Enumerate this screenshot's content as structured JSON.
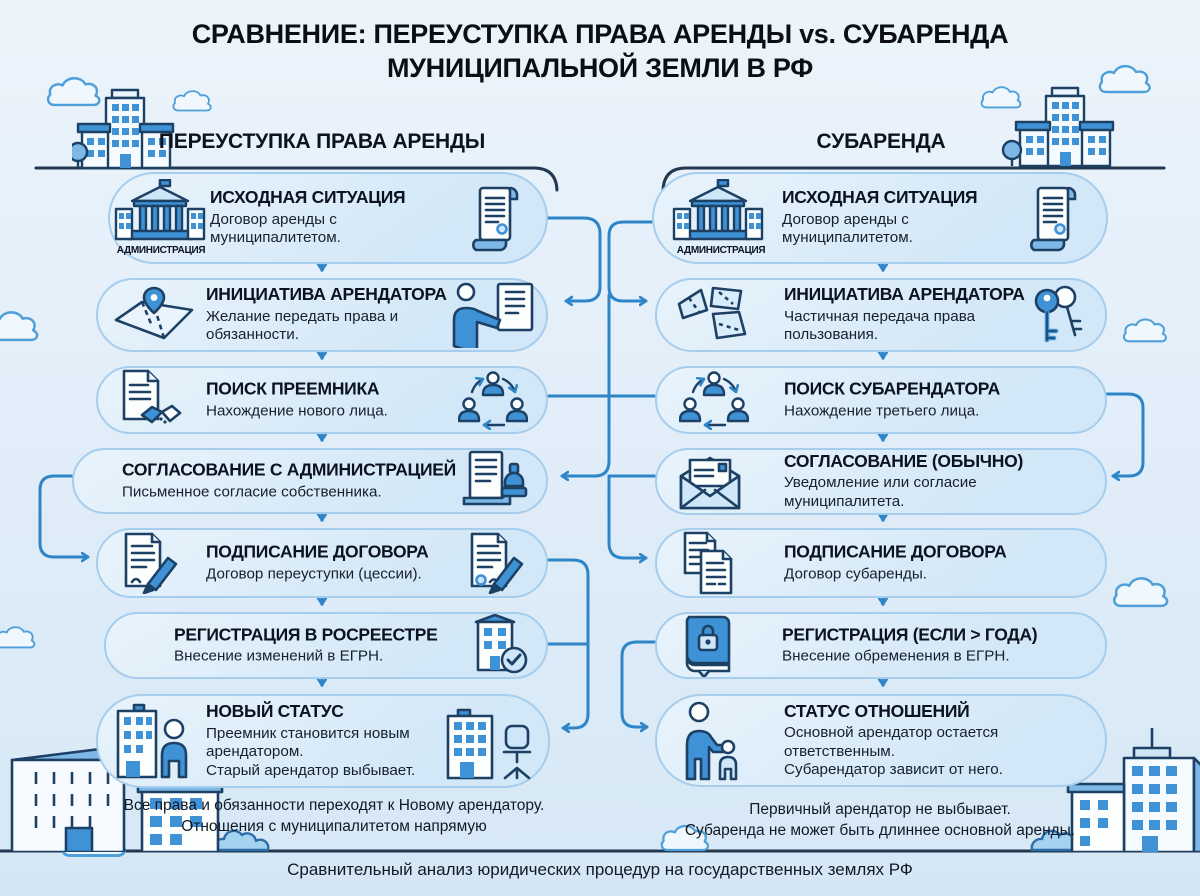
{
  "title": "СРАВНЕНИЕ: ПЕРЕУСТУПКА ПРАВА АРЕНДЫ vs. СУБАРЕНДА\nМУНИЦИПАЛЬНОЙ ЗЕМЛИ В РФ",
  "caption": "Сравнительный анализ юридических процедур на государственных землях РФ",
  "colors": {
    "background": "#e2eef9",
    "pill_fill": "#d9ebf9",
    "pill_border": "#a6cdec",
    "connector_blue": "#2e86c8",
    "dark_line": "#22384f",
    "icon_ink": "#1d4065",
    "icon_blue": "#3f92d6",
    "text_dark": "#0c1320"
  },
  "columns": [
    {
      "header": "ПЕРЕУСТУПКА ПРАВА АРЕНДЫ",
      "footer": "Все права и обязанности переходят к Новому арендатору.\nОтношения с муниципалитетом напрямую",
      "steps": [
        {
          "title": "ИСХОДНАЯ СИТУАЦИЯ",
          "desc": "Договор аренды с муниципалитетом.",
          "left_icon": "administration-building",
          "left_icon_label": "АДМИНИСТРАЦИЯ",
          "right_icon": "scroll-document"
        },
        {
          "title": "ИНИЦИАТИВА АРЕНДАТОРА",
          "desc": "Желание передать права и обязанности.",
          "left_icon": "map-with-pin",
          "right_icon": "person-presenting-document"
        },
        {
          "title": "ПОИСК ПРЕЕМНИКА",
          "desc": "Нахождение нового лица.",
          "left_icon": "document-handshake",
          "right_icon": "people-network"
        },
        {
          "title": "СОГЛАСОВАНИЕ С АДМИНИСТРАЦИЕЙ",
          "desc": "Письменное согласие собственника.",
          "right_icon": "document-stamp"
        },
        {
          "title": "ПОДПИСАНИЕ ДОГОВОРА",
          "desc": "Договор переуступки (цессии).",
          "left_icon": "document-pen",
          "right_icon": "document-pen-seal"
        },
        {
          "title": "РЕГИСТРАЦИЯ В РОСРЕЕСТРЕ",
          "desc": "Внесение изменений в ЕГРН.",
          "right_icon": "building-check"
        },
        {
          "title": "НОВЫЙ СТАТУС",
          "desc": "Преемник становится новым арендатором.",
          "desc2": "Старый арендатор выбывает.",
          "left_icon": "building-person",
          "right_icon": "building-chair"
        }
      ]
    },
    {
      "header": "СУБАРЕНДА",
      "footer": "Первичный арендатор не выбывает.\nСубаренда не может быть длиннее основной аренды.",
      "steps": [
        {
          "title": "ИСХОДНАЯ СИТУАЦИЯ",
          "desc": "Договор аренды с муниципалитетом.",
          "left_icon": "administration-building",
          "left_icon_label": "АДМИНИСТРАЦИЯ",
          "right_icon": "scroll-document"
        },
        {
          "title": "ИНИЦИАТИВА АРЕНДАТОРА",
          "desc": "Частичная передача права пользования.",
          "left_icon": "land-plots",
          "right_icon": "keys"
        },
        {
          "title": "ПОИСК СУБАРЕНДАТОРА",
          "desc": "Нахождение третьего лица.",
          "left_icon": "people-network"
        },
        {
          "title": "СОГЛАСОВАНИЕ (ОБЫЧНО)",
          "desc": "Уведомление или согласие муниципалитета.",
          "left_icon": "envelope-letter"
        },
        {
          "title": "ПОДПИСАНИЕ ДОГОВОРА",
          "desc": "Договор субаренды.",
          "left_icon": "two-documents"
        },
        {
          "title": "РЕГИСТРАЦИЯ (ЕСЛИ > ГОДА)",
          "desc": "Внесение обременения в ЕГРН.",
          "left_icon": "book-with-lock"
        },
        {
          "title": "СТАТУС ОТНОШЕНИЙ",
          "desc": "Основной арендатор остается ответственным.",
          "desc2": "Субарендатор зависит от него.",
          "left_icon": "adult-and-child"
        }
      ]
    }
  ]
}
